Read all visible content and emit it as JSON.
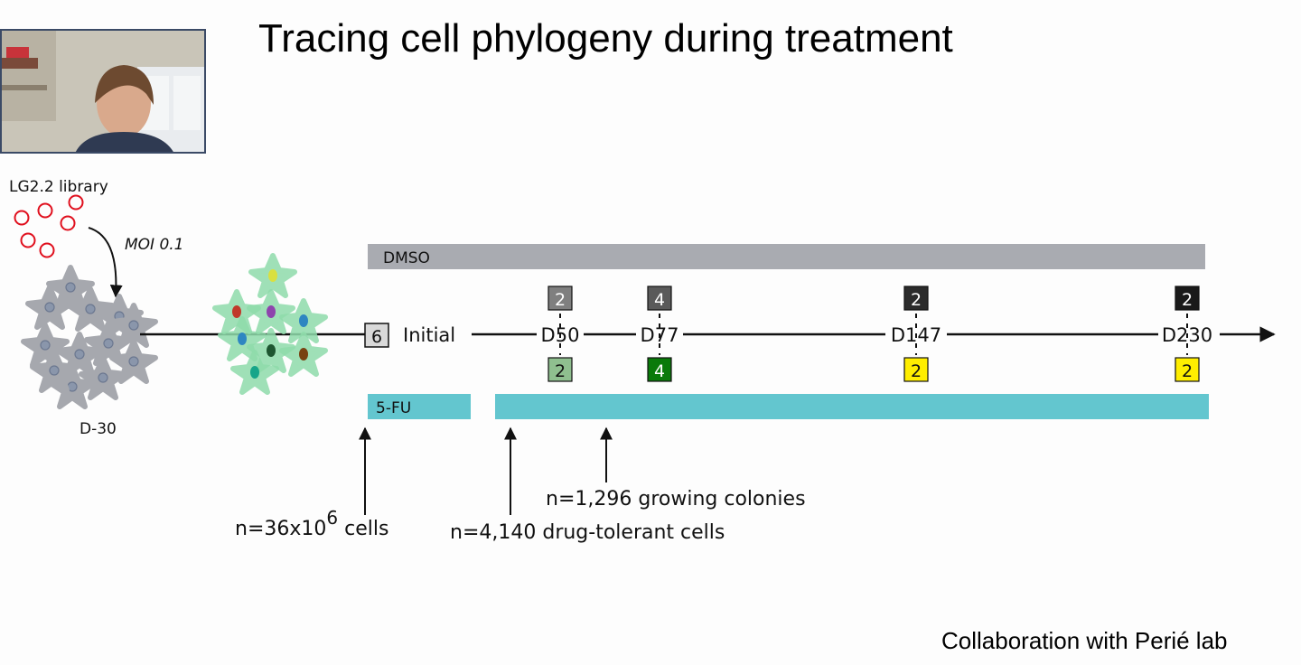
{
  "slide": {
    "title": "Tracing cell phylogeny during treatment",
    "footer": "Collaboration with Perié lab"
  },
  "webcam": {
    "description_icon": "presenter-video-icon"
  },
  "library": {
    "label": "LG2.2 library",
    "moi_label": "MOI 0.1",
    "circle_color": "#e0101e",
    "start_label": "D-30"
  },
  "timeline": {
    "initial_count": "6",
    "initial_label": "Initial",
    "timepoints": [
      {
        "label": "D50",
        "dmso_count": "2",
        "fu_count": "2",
        "dmso_color": "#7f7f7f",
        "fu_color": "#8fbf8f"
      },
      {
        "label": "D77",
        "dmso_count": "4",
        "fu_count": "4",
        "dmso_color": "#5a5a5a",
        "fu_color": "#0a7a0a"
      },
      {
        "label": "D147",
        "dmso_count": "2",
        "fu_count": "2",
        "dmso_color": "#2b2b2b",
        "fu_color": "#ffee00"
      },
      {
        "label": "D230",
        "dmso_count": "2",
        "fu_count": "2",
        "dmso_color": "#1a1a1a",
        "fu_color": "#ffee00"
      }
    ]
  },
  "treatments": {
    "dmso_label": "DMSO",
    "dmso_color": "#a9abb1",
    "fu_label": "5-FU",
    "fu_color": "#63c6cf"
  },
  "annotations": {
    "cells_prefix": "n=36x10",
    "cells_exp": "6",
    "cells_suffix": " cells",
    "tolerant": "n=4,140 drug-tolerant cells",
    "colonies": "n=1,296 growing colonies"
  }
}
